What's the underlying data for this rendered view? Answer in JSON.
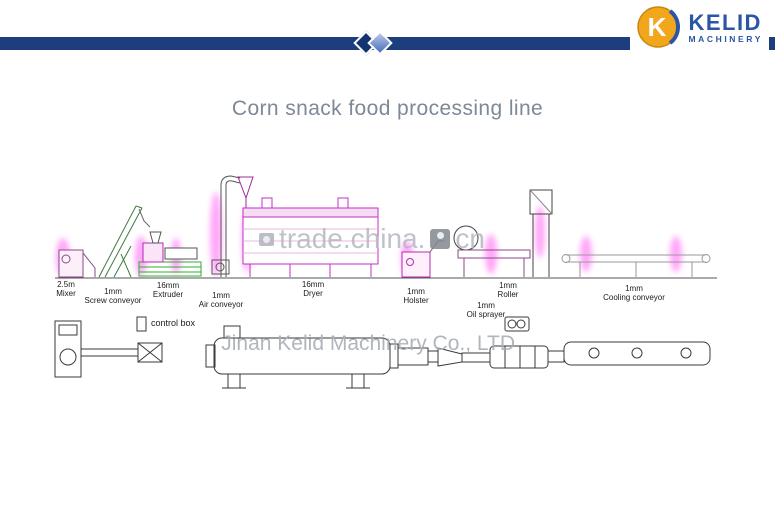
{
  "brand": {
    "monogram": "K",
    "name": "KELID",
    "subtitle": "MACHINERY",
    "accent_blue": "#2b55a5",
    "accent_gold": "#f2a61b"
  },
  "header": {
    "bar_color": "#1d3e7d"
  },
  "title": "Corn snack food processing line",
  "watermarks": {
    "site_prefix": "trade.china.",
    "site_suffix": "cn",
    "company": "Jinan Kelid Machinery Co., LTD"
  },
  "machines": [
    {
      "size": "2.5m",
      "label": "Mixer"
    },
    {
      "size": "1mm",
      "label": "Screw conveyor"
    },
    {
      "size": "16mm",
      "label": "Extruder"
    },
    {
      "size": "1mm",
      "label": "Air conveyor"
    },
    {
      "size": "16mm",
      "label": "Dryer"
    },
    {
      "size": "1mm",
      "label": "Holster"
    },
    {
      "size": "1mm",
      "label": "Roller"
    },
    {
      "size": "1mm",
      "label": "Cooling conveyor"
    },
    {
      "size": "1mm",
      "label": "Oil sprayer"
    }
  ],
  "annotations": {
    "control_box": "control box"
  },
  "colors": {
    "magenta": "#c32fc3",
    "green": "#2fae2f",
    "line": "#3a3a3a"
  }
}
